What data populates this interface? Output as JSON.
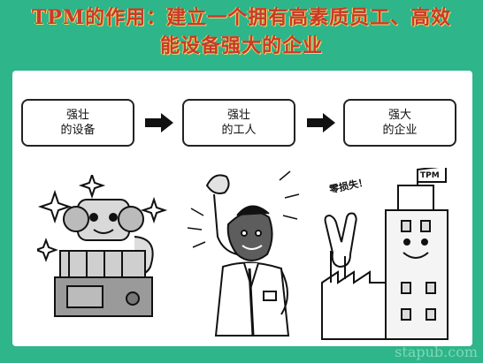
{
  "title": {
    "line1": "TPM的作用：建立一个拥有高素质员工、高效",
    "line2": "能设备强大的企业"
  },
  "steps": [
    {
      "line1": "强壮",
      "line2": "的设备"
    },
    {
      "line1": "强壮",
      "line2": "的工人"
    },
    {
      "line1": "强大",
      "line2": "的企业"
    }
  ],
  "factory": {
    "speech": "零损失！",
    "flag": "TPM"
  },
  "watermark": "stapub.com",
  "colors": {
    "background": "#2fb58a",
    "title": "#c93a2a",
    "title_outline": "#f6d06a"
  },
  "icons": [
    "right-arrow-icon",
    "sparkle-icon",
    "robot-machine-illustration",
    "strong-worker-illustration",
    "factory-illustration",
    "victory-hand-icon"
  ]
}
